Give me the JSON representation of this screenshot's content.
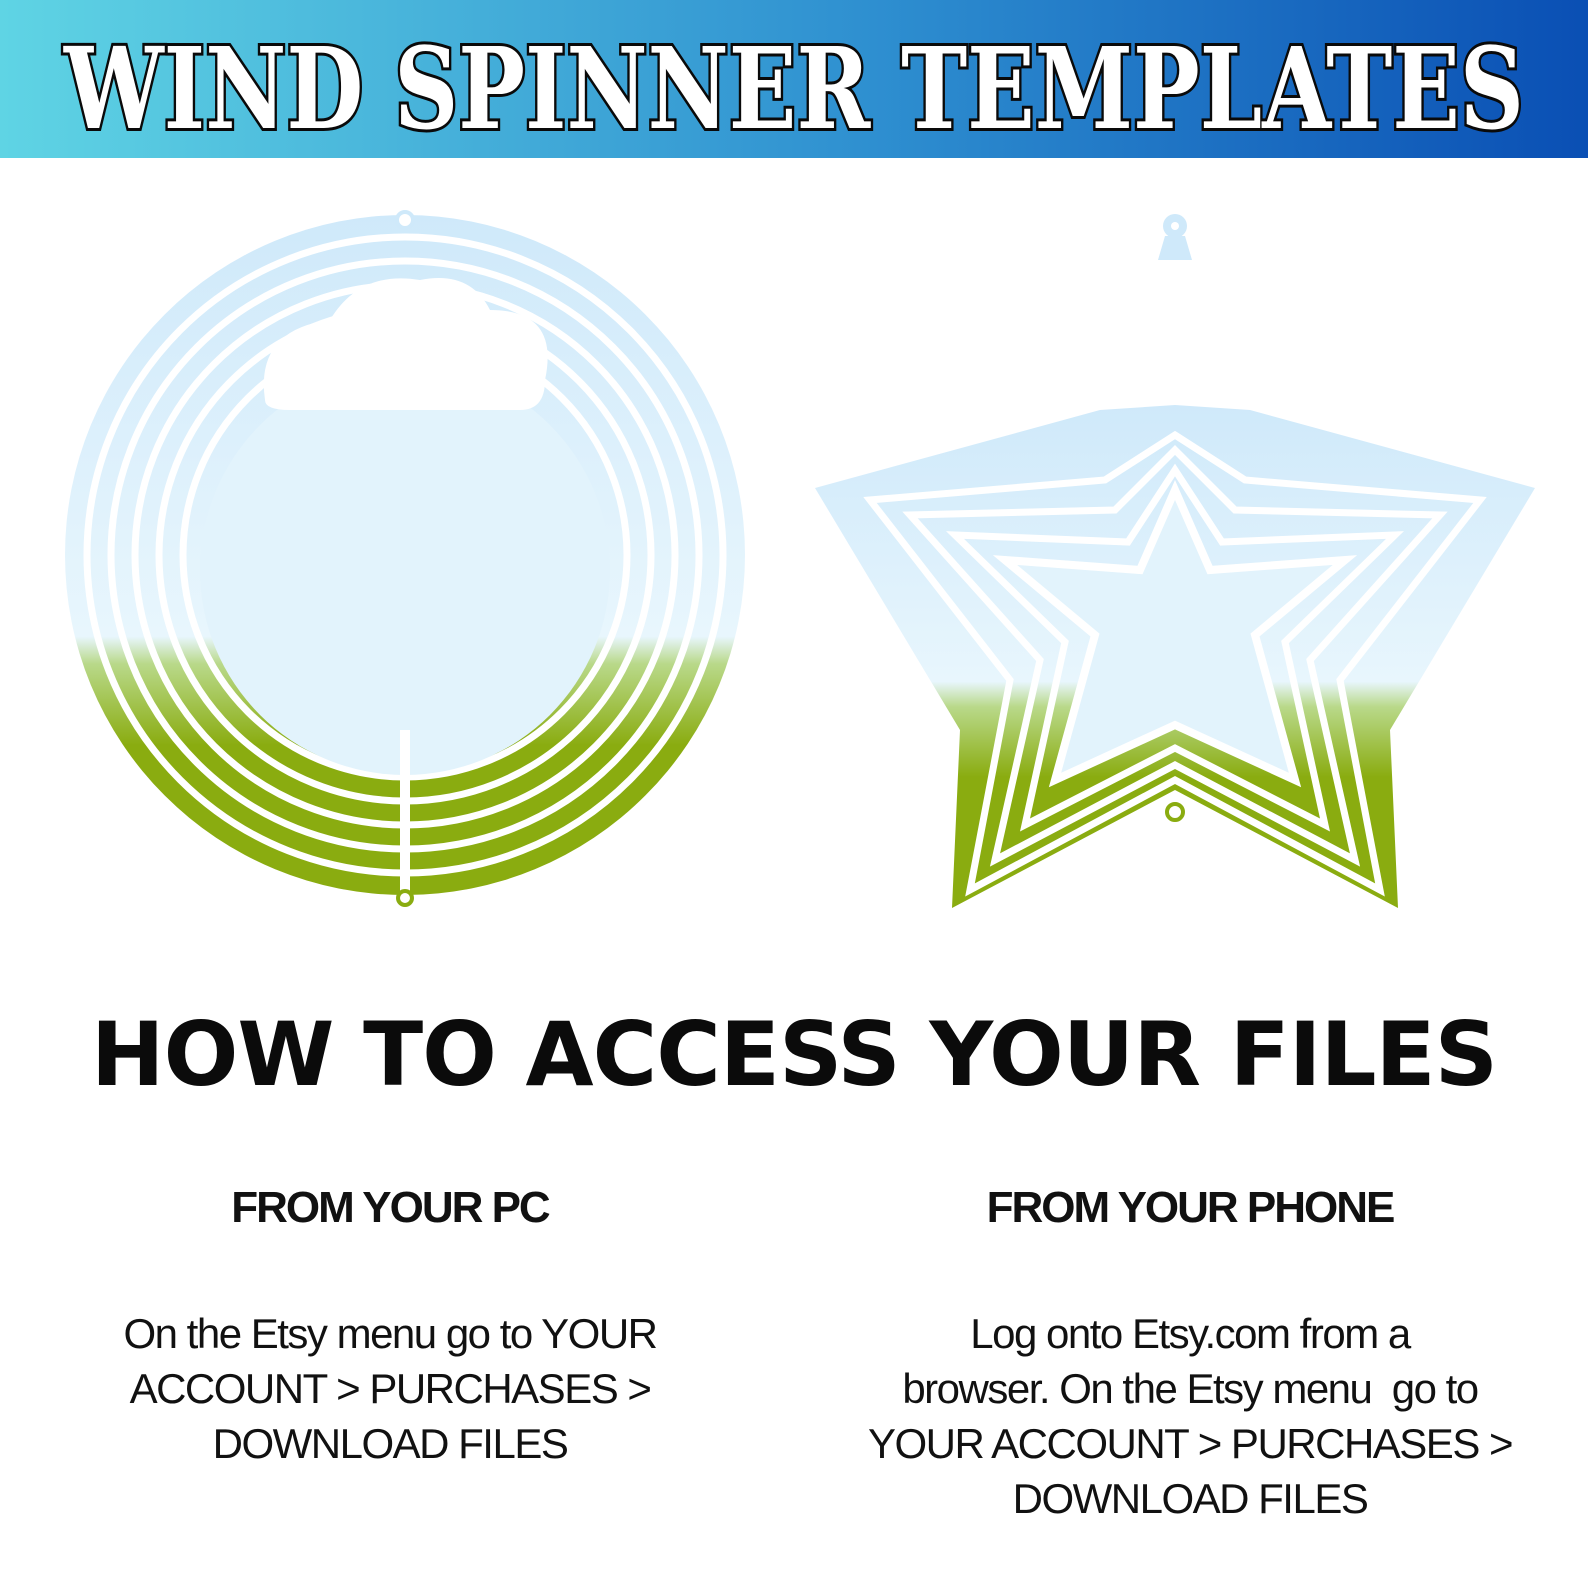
{
  "banner": {
    "title": "WIND SPINNER TEMPLATES",
    "gradient_start": "#5fd4e4",
    "gradient_end": "#0a4fb4"
  },
  "illustrations": [
    {
      "shape": "circle",
      "sky_color": "#cfe9fa",
      "grass_color": "#8aac10"
    },
    {
      "shape": "star",
      "sky_color": "#cfe9fa",
      "grass_color": "#8aac10"
    }
  ],
  "headline": "HOW TO ACCESS YOUR FILES",
  "instructions": {
    "pc": {
      "heading": "FROM YOUR PC",
      "lines": [
        "On the Etsy menu go to YOUR",
        "ACCOUNT > PURCHASES >",
        "DOWNLOAD FILES"
      ]
    },
    "phone": {
      "heading": "FROM YOUR PHONE",
      "lines": [
        "Log onto Etsy.com from a",
        "browser. On the Etsy menu  go to",
        "YOUR ACCOUNT > PURCHASES >",
        "DOWNLOAD FILES"
      ]
    }
  }
}
